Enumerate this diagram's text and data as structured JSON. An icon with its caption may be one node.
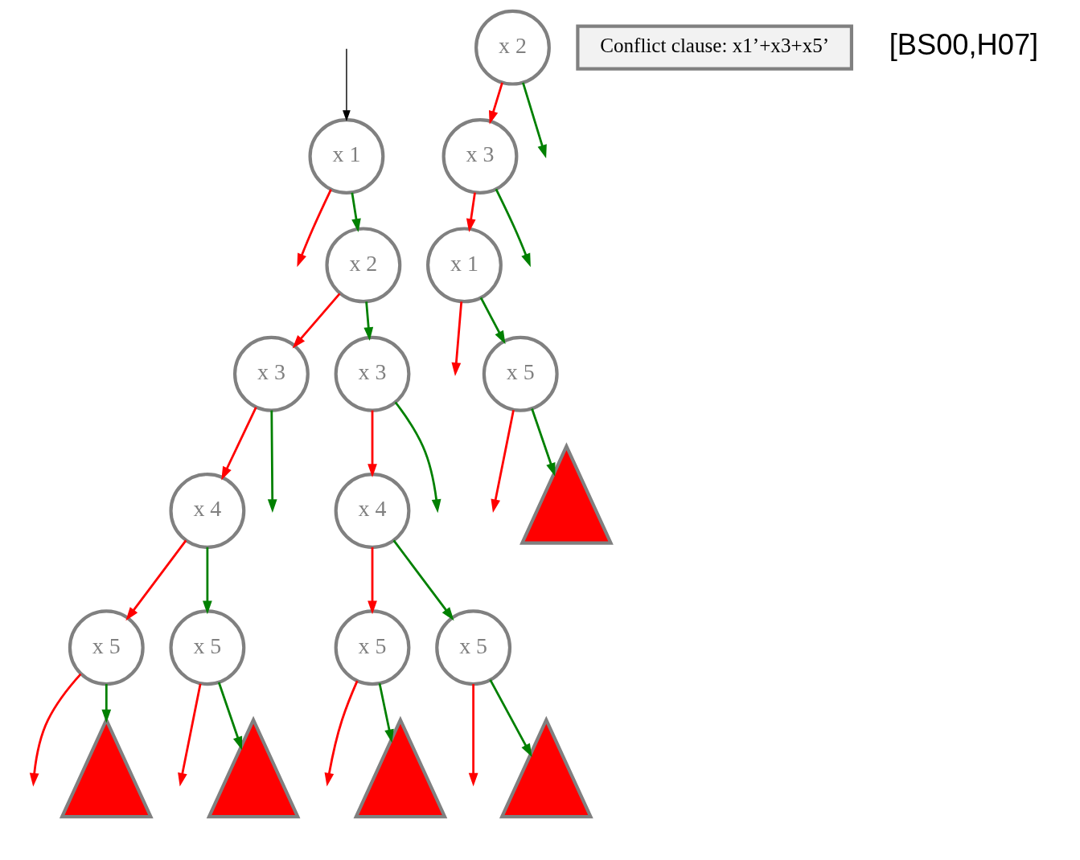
{
  "diagram": {
    "nodes": [
      {
        "text": [
          "x 1"
        ]
      },
      {
        "text": [
          "x 2"
        ]
      },
      {
        "text": [
          "x 3"
        ]
      },
      {
        "text": [
          "x 3"
        ]
      },
      {
        "text": [
          "x 4"
        ]
      },
      {
        "text": [
          "x 4"
        ]
      },
      {
        "text": [
          "x 5"
        ]
      },
      {
        "text": [
          "x 5"
        ]
      },
      {
        "text": [
          "x 5"
        ]
      },
      {
        "text": [
          "x 5"
        ]
      },
      {
        "text": [],
        "shape": "triangle"
      },
      {
        "text": [],
        "shape": "triangle"
      },
      {
        "text": [],
        "shape": "triangle"
      },
      {
        "text": [],
        "shape": "triangle"
      },
      {
        "text": [
          "x 2"
        ]
      },
      {
        "text": [
          "x 3"
        ]
      },
      {
        "text": [
          "x 1"
        ]
      },
      {
        "text": [
          "x 5"
        ]
      },
      {
        "text": [],
        "shape": "triangle"
      },
      {
        "text": [
          "Conflict clause: x1’+x3+x5’"
        ]
      }
    ],
    "edges": [
      {
        "from": 0,
        "to": null,
        "arrow": "to",
        "color": "#ff0000"
      },
      {
        "from": 0,
        "to": 1,
        "arrow": "to",
        "color": "#008000"
      },
      {
        "from": 1,
        "to": 2,
        "arrow": "to",
        "color": "#ff0000"
      },
      {
        "from": 1,
        "to": 3,
        "arrow": "to",
        "color": "#008000"
      },
      {
        "from": 2,
        "to": 4,
        "arrow": "to",
        "color": "#ff0000"
      },
      {
        "from": 2,
        "to": null,
        "arrow": "to",
        "color": "#008000"
      },
      {
        "from": 3,
        "to": 5,
        "arrow": "to",
        "color": "#ff0000"
      },
      {
        "from": 3,
        "to": null,
        "arrow": "to",
        "color": "#008000"
      },
      {
        "from": 4,
        "to": 6,
        "arrow": "to",
        "color": "#ff0000"
      },
      {
        "from": 4,
        "to": 7,
        "arrow": "to",
        "color": "#008000"
      },
      {
        "from": 5,
        "to": 8,
        "arrow": "to",
        "color": "#ff0000"
      },
      {
        "from": 5,
        "to": 9,
        "arrow": "to",
        "color": "#008000"
      },
      {
        "from": 6,
        "to": null,
        "arrow": "to",
        "color": "#ff0000"
      },
      {
        "from": 6,
        "to": 10,
        "arrow": "to",
        "color": "#008000"
      },
      {
        "from": 7,
        "to": null,
        "arrow": "to",
        "color": "#ff0000"
      },
      {
        "from": 7,
        "to": 11,
        "arrow": "to",
        "color": "#008000"
      },
      {
        "from": 8,
        "to": null,
        "arrow": "to",
        "color": "#ff0000"
      },
      {
        "from": 8,
        "to": 12,
        "arrow": "to",
        "color": "#008000"
      },
      {
        "from": 9,
        "to": null,
        "arrow": "to",
        "color": "#ff0000"
      },
      {
        "from": 9,
        "to": 13,
        "arrow": "to",
        "color": "#008000"
      },
      {
        "from": 14,
        "to": 15,
        "arrow": "to",
        "color": "#ff0000"
      },
      {
        "from": 14,
        "to": null,
        "arrow": "to",
        "color": "#008000"
      },
      {
        "from": 15,
        "to": 16,
        "arrow": "to",
        "color": "#ff0000"
      },
      {
        "from": 15,
        "to": null,
        "arrow": "to",
        "color": "#008000"
      },
      {
        "from": 16,
        "to": null,
        "arrow": "to",
        "color": "#ff0000"
      },
      {
        "from": 16,
        "to": 17,
        "arrow": "to",
        "color": "#008000"
      },
      {
        "from": 17,
        "to": null,
        "arrow": "to",
        "color": "#ff0000"
      },
      {
        "from": 17,
        "to": 18,
        "arrow": "to",
        "color": "#008000"
      },
      {
        "from": null,
        "to": 0,
        "arrow": "to",
        "color": "#000000"
      }
    ],
    "labels": [
      "[BS00,H07]"
    ]
  }
}
